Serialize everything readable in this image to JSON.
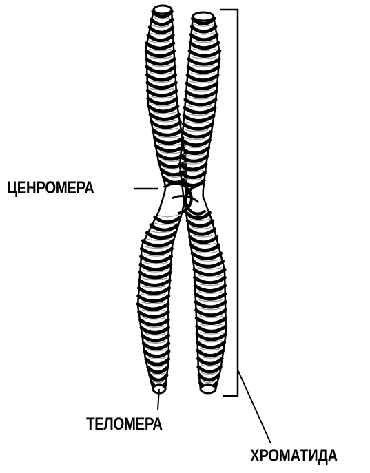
{
  "labels": {
    "centromere": "ЦЕНРОМЕРА",
    "telomere": "ТЕЛОМЕРА",
    "chromatid": "ХРОМАТИДА"
  },
  "colors": {
    "ink": "#000000",
    "background": "#ffffff"
  }
}
